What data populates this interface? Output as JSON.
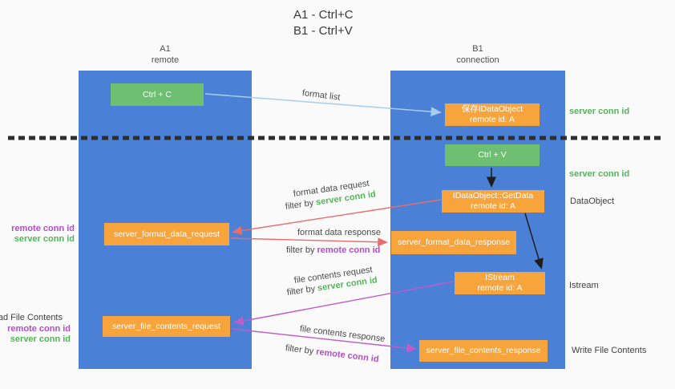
{
  "title": {
    "line1": "A1 - Ctrl+C",
    "line2": "B1 - Ctrl+V"
  },
  "lanes": {
    "a": {
      "name": "A1",
      "subtitle": "remote"
    },
    "b": {
      "name": "B1",
      "subtitle": "connection"
    }
  },
  "nodes": {
    "ctrl_c": {
      "label": "Ctrl + C"
    },
    "save_dataobject": {
      "line1": "保存IDataObject",
      "line2": "remote id: A"
    },
    "ctrl_v": {
      "label": "Ctrl + V"
    },
    "getdata": {
      "line1": "IDataObject::GetData",
      "line2": "remote id: A"
    },
    "format_request": {
      "label": "server_format_data_request"
    },
    "format_response": {
      "label": "server_format_data_response"
    },
    "istream": {
      "line1": "IStream",
      "line2": "remote id: A"
    },
    "file_request": {
      "label": "server_file_contents_request"
    },
    "file_response": {
      "label": "server_file_contents_response"
    }
  },
  "edge_labels": {
    "format_list": "format list",
    "format_data_request": "format data request",
    "format_data_response": "format data response",
    "file_contents_request": "file contents request",
    "file_contents_response": "file contents response",
    "filter_by": "filter by ",
    "server_conn_id": "server conn id",
    "remote_conn_id": "remote conn id"
  },
  "side_labels": {
    "server_conn_id_top": "server conn id",
    "server_conn_id_mid": "server conn id",
    "dataobject": "DataObject",
    "istream": "Istream",
    "write_file_contents": "Write File Contents",
    "read_file_contents": "Read File Contents",
    "remote_conn_id": "remote conn id",
    "server_conn_id": "server conn id"
  },
  "colors": {
    "lane_blue": "#4a80d5",
    "node_green": "#6fbf72",
    "node_orange": "#f7a43c",
    "arrow_red": "#e96d6d",
    "arrow_magenta": "#c05bc8",
    "arrow_light_blue": "#a8cdec",
    "arrow_black": "#1e1e1e",
    "text_green": "#53b556",
    "text_purple": "#b04ec9",
    "divider_black": "#2e2e2e"
  }
}
